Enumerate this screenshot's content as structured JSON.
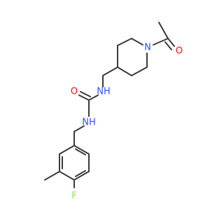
{
  "molecule": {
    "atoms": [
      {
        "id": "o_acetyl",
        "label": "O",
        "color": "#ff0d0d"
      },
      {
        "id": "n_pip",
        "label": "N",
        "color": "#3050f8"
      },
      {
        "id": "n_h1",
        "label": "NH",
        "color": "#3050f8"
      },
      {
        "id": "o_urea",
        "label": "O",
        "color": "#ff0d0d"
      },
      {
        "id": "n_h2",
        "label": "NH",
        "color": "#3050f8"
      },
      {
        "id": "f",
        "label": "F",
        "color": "#90e050"
      }
    ],
    "bond_color": "#3a3a3a"
  }
}
